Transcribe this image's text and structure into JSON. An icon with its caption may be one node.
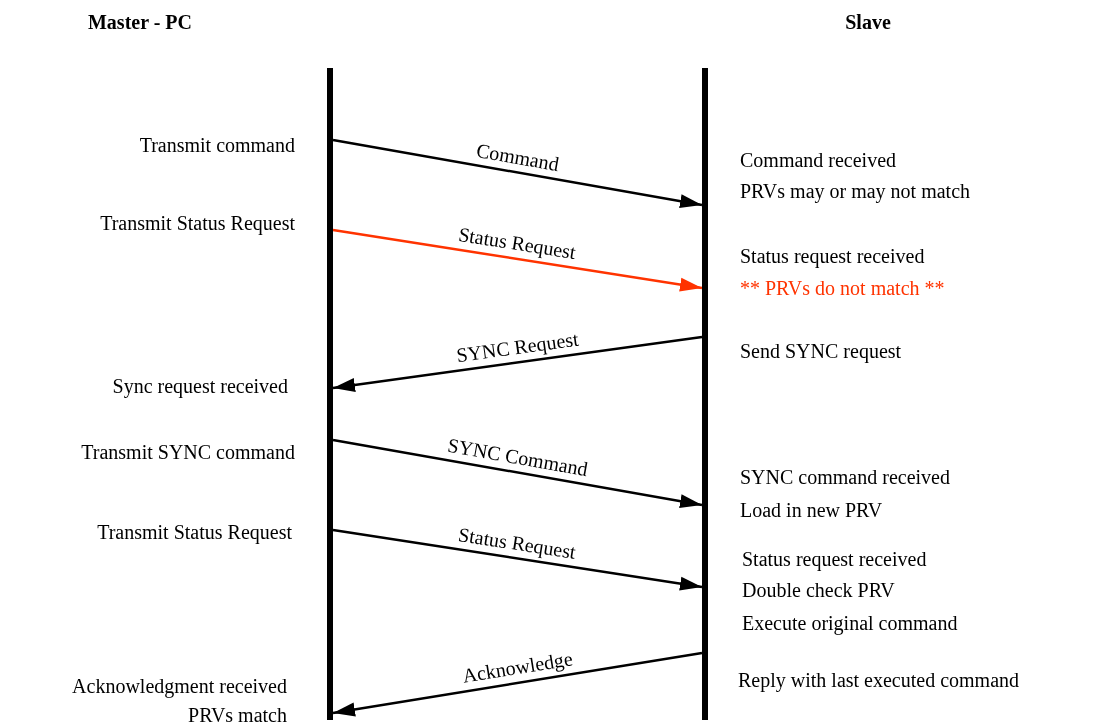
{
  "diagram": {
    "nodes": [
      {
        "text": [],
        "shape": "bar"
      },
      {
        "text": [],
        "shape": "bar"
      }
    ],
    "edges": [
      {
        "from": 0,
        "to": 1,
        "arrow": "to",
        "label": "Command"
      },
      {
        "from": 0,
        "to": 1,
        "arrow": "to",
        "label": "Status Request",
        "color": "#ff3300"
      },
      {
        "from": 1,
        "to": 0,
        "arrow": "to",
        "label": "SYNC Request"
      },
      {
        "from": 0,
        "to": 1,
        "arrow": "to",
        "label": "SYNC Command"
      },
      {
        "from": 0,
        "to": 1,
        "arrow": "to",
        "label": "Status Request"
      },
      {
        "from": 1,
        "to": 0,
        "arrow": "to",
        "label": "Acknowledge"
      }
    ],
    "labels": [
      "Master - PC",
      "Slave",
      "Transmit command",
      "Command received",
      "PRVs may or may not match",
      "Transmit Status Request",
      "Status request received",
      "** PRVs do not match **",
      "Send SYNC request",
      "Sync request received",
      "Transmit SYNC command",
      "SYNC command received",
      "Load in new PRV",
      "Transmit Status Request",
      "Status request received",
      "Double check PRV",
      "Execute original command",
      "Reply with last executed command",
      "Acknowledgment received",
      "PRVs match"
    ]
  }
}
